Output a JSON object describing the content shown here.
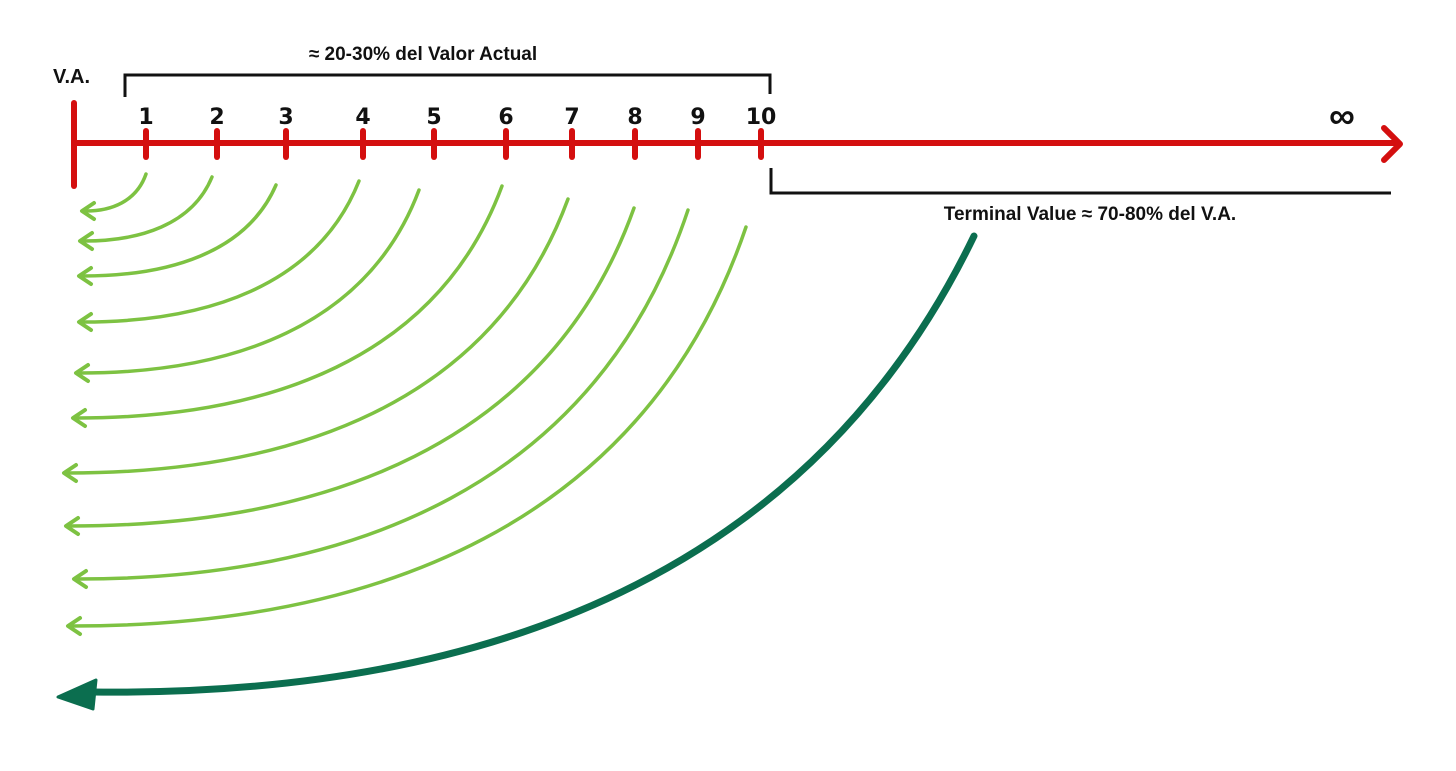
{
  "labels": {
    "origin": "V.A.",
    "infinity": "∞",
    "bracket_explicit": "≈ 20-30% del Valor Actual",
    "bracket_terminal": "Terminal Value ≈ 70-80% del V.A."
  },
  "ticks": [
    "1",
    "2",
    "3",
    "4",
    "5",
    "6",
    "7",
    "8",
    "9",
    "10"
  ],
  "colors": {
    "timeline": "#d40f0f",
    "discount_arrows": "#7dc242",
    "terminal_arrow": "#0b6e4f",
    "text": "#111111"
  },
  "icons": {
    "timeline_end": "arrow-right-icon",
    "discount_head": "arrow-left-icon"
  }
}
